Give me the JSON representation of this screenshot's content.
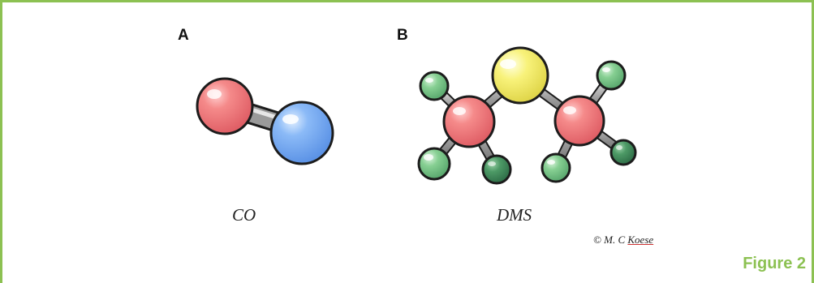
{
  "panels": [
    {
      "label": "A",
      "caption": "CO"
    },
    {
      "label": "B",
      "caption": "DMS"
    }
  ],
  "credit": {
    "prefix": "© M. C ",
    "surname": "Koese"
  },
  "figure_label": "Figure 2",
  "colors": {
    "accent": "#8cc152",
    "oxygen": "#f27d7d",
    "carbon_blue": "#7fb1f5",
    "sulfur": "#f7f16e",
    "hydrogen_light": "#7ec98a",
    "hydrogen_dark": "#3f8c5a",
    "bond": "#9a9a9a"
  }
}
